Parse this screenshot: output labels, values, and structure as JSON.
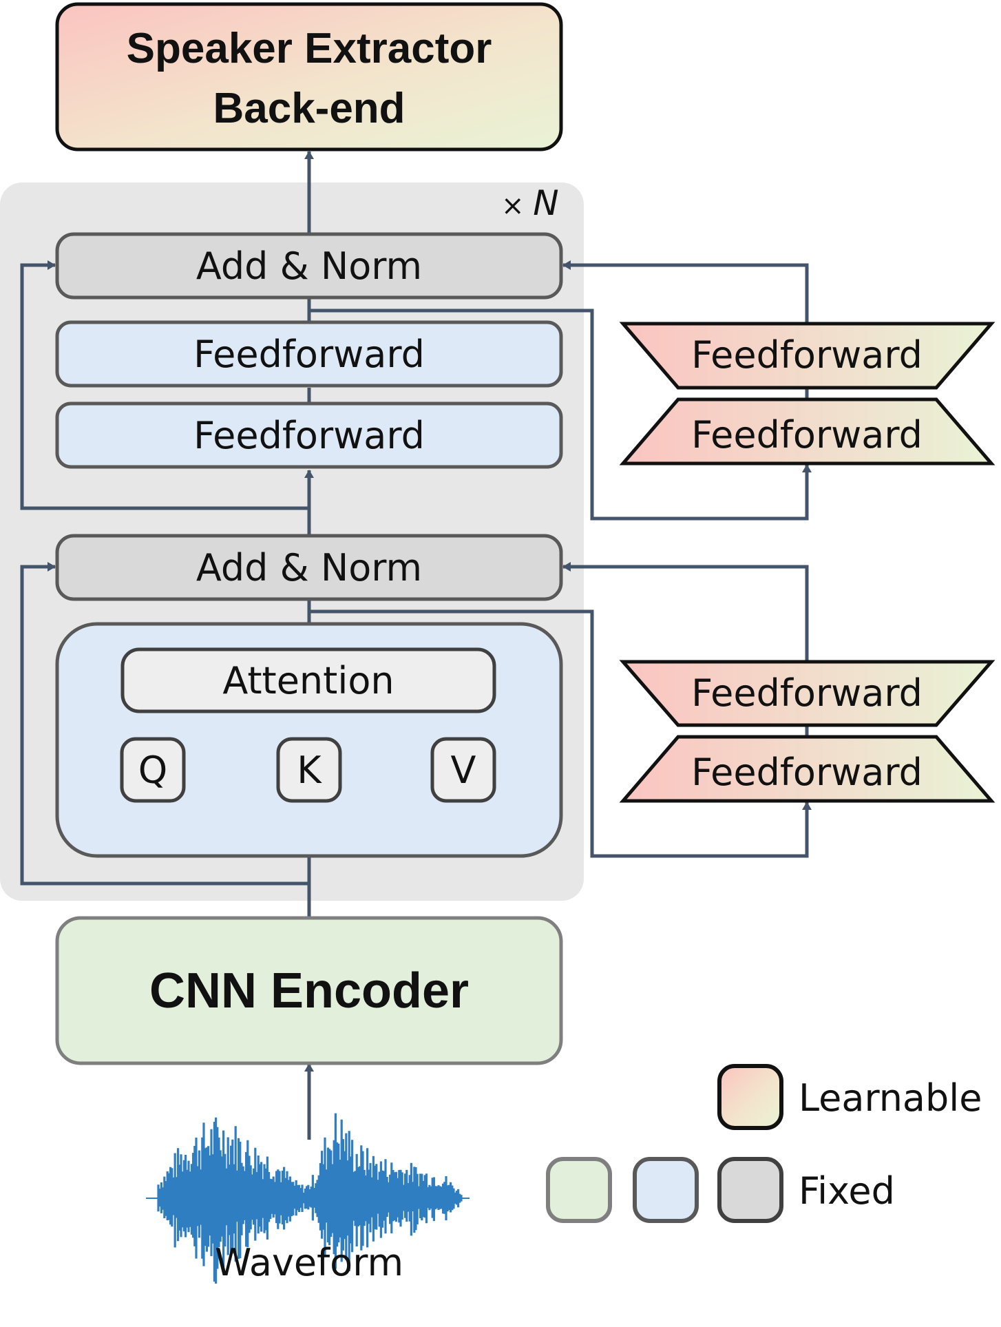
{
  "backend": {
    "line1": "Speaker Extractor",
    "line2": "Back-end"
  },
  "repeat": {
    "times": "×",
    "n": "N"
  },
  "add_norm_top": "Add & Norm",
  "feedforward_top_1": "Feedforward",
  "feedforward_top_2": "Feedforward",
  "add_norm_bottom": "Add & Norm",
  "attention": {
    "label": "Attention",
    "q": "Q",
    "k": "K",
    "v": "V"
  },
  "adapters": {
    "upper": [
      "Feedforward",
      "Feedforward"
    ],
    "lower": [
      "Feedforward",
      "Feedforward"
    ]
  },
  "encoder": "CNN Encoder",
  "waveform": "Waveform",
  "legend": {
    "learnable": "Learnable",
    "fixed": "Fixed"
  },
  "colors": {
    "learnable_start": "#fbc4c0",
    "learnable_end": "#e9f3d6",
    "fixed_green": "#e2efda",
    "fixed_blue": "#dde9f6",
    "fixed_gray": "#d9d9d9",
    "block_bg": "#e7e7e7",
    "line": "#44546a",
    "waveform": "#2f7ec1"
  }
}
